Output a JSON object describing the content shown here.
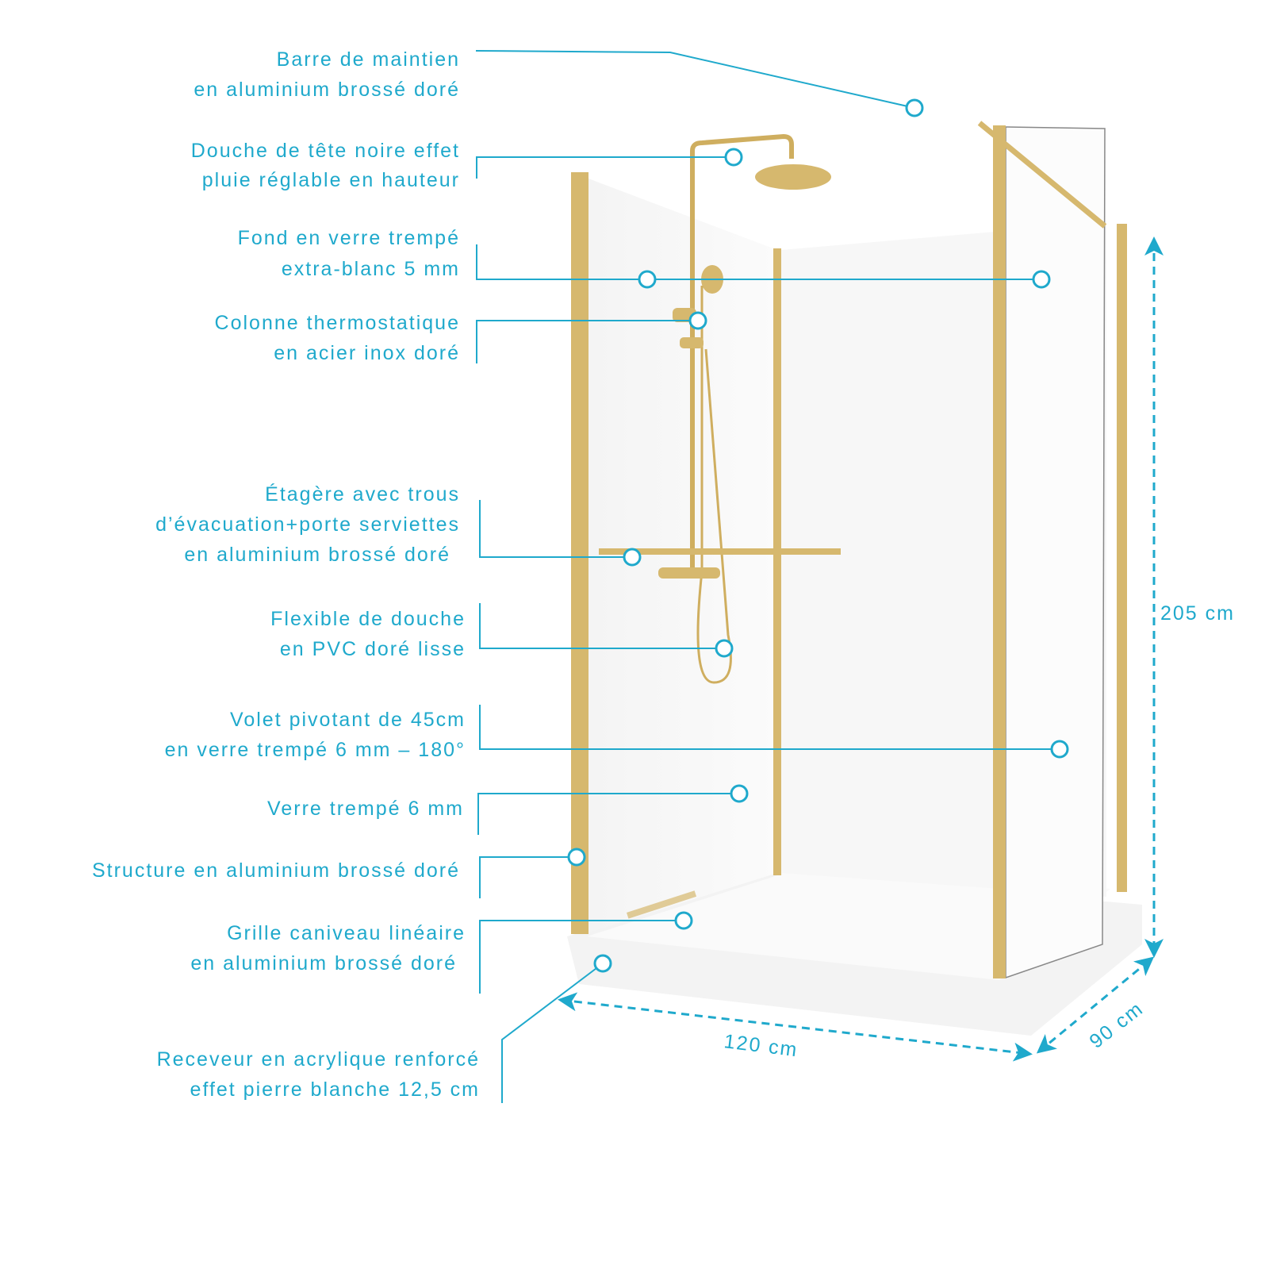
{
  "colors": {
    "accent": "#1fa9cc",
    "gold": "#d6b86e"
  },
  "labels": [
    {
      "lines": [
        "Barre de maintien",
        "en aluminium brossé doré"
      ]
    },
    {
      "lines": [
        "Douche de tête noire effet",
        "pluie réglable en hauteur"
      ]
    },
    {
      "lines": [
        "Fond en verre trempé",
        "extra-blanc 5 mm"
      ]
    },
    {
      "lines": [
        "Colonne thermostatique",
        "en acier inox doré"
      ]
    },
    {
      "lines": [
        "Étagère avec trous",
        "d’évacuation+porte serviettes",
        "en aluminium brossé doré"
      ]
    },
    {
      "lines": [
        "Flexible de douche",
        "en PVC doré lisse"
      ]
    },
    {
      "lines": [
        "Volet pivotant de 45cm",
        "en verre trempé 6 mm – 180°"
      ]
    },
    {
      "lines": [
        "Verre trempé 6 mm"
      ]
    },
    {
      "lines": [
        "Structure en aluminium brossé doré"
      ]
    },
    {
      "lines": [
        "Grille caniveau linéaire",
        "en aluminium brossé doré"
      ]
    },
    {
      "lines": [
        "Receveur en acrylique renforcé",
        "effet pierre blanche 12,5 cm"
      ]
    }
  ],
  "dimensions": {
    "height": "205 cm",
    "width": "120 cm",
    "depth": "90 cm"
  }
}
